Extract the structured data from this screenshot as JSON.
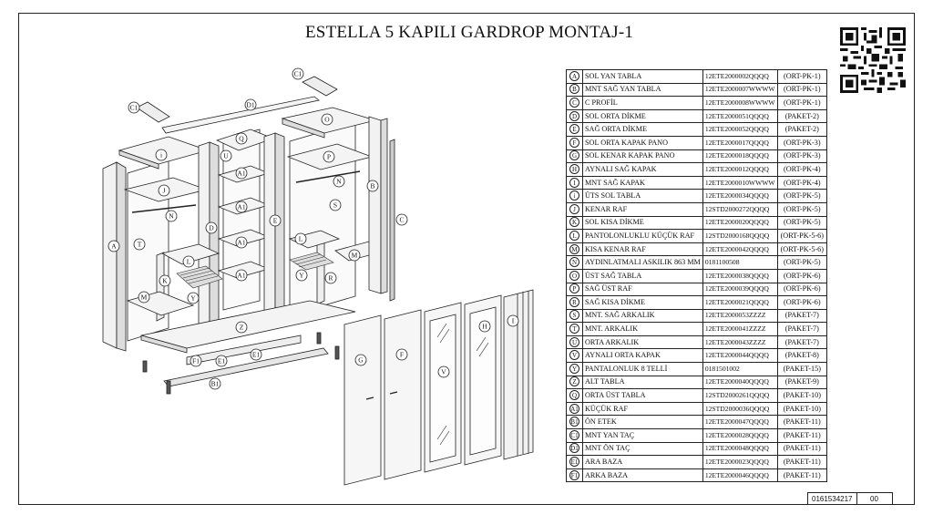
{
  "title": "ESTELLA 5  KAPILI GARDROP MONTAJ-1",
  "doc_number": "0161534217",
  "revision": "00",
  "parts": [
    {
      "code": "A",
      "name": "SOL YAN TABLA",
      "ref": "12ETE2000002QQQQ",
      "pkg": "(ORT-PK-1)"
    },
    {
      "code": "B",
      "name": "MNT SAĞ YAN TABLA",
      "ref": "12ETE2000007WWWW",
      "pkg": "(ORT-PK-1)"
    },
    {
      "code": "C",
      "name": "C PROFİL",
      "ref": "12ETE2000008WWWW",
      "pkg": "(ORT-PK-1)"
    },
    {
      "code": "D",
      "name": "SOL ORTA DİKME",
      "ref": "12ETE2000051QQQQ",
      "pkg": "(PAKET-2)"
    },
    {
      "code": "E",
      "name": "SAĞ ORTA DİKME",
      "ref": "12ETE2000052QQQQ",
      "pkg": "(PAKET-2)"
    },
    {
      "code": "F",
      "name": "SOL ORTA KAPAK PANO",
      "ref": "12ETE2000017QQQQ",
      "pkg": "(ORT-PK-3)"
    },
    {
      "code": "G",
      "name": "SOL KENAR KAPAK PANO",
      "ref": "12ETE2000018QQQQ",
      "pkg": "(ORT-PK-3)"
    },
    {
      "code": "H",
      "name": "AYNALI SAĞ KAPAK",
      "ref": "12ETE2000012QQQQ",
      "pkg": "(ORT-PK-4)"
    },
    {
      "code": "I",
      "name": "MNT SAĞ KAPAK",
      "ref": "12ETE2000010WWWW",
      "pkg": "(ORT-PK-4)"
    },
    {
      "code": "i",
      "name": "ÜTS SOL TABLA",
      "ref": "12ETE2000034QQQQ",
      "pkg": "(ORT-PK-5)"
    },
    {
      "code": "J",
      "name": "KENAR RAF",
      "ref": "12STD2000272QQQQ",
      "pkg": "(ORT-PK-5)"
    },
    {
      "code": "K",
      "name": "SOL KISA DİKME",
      "ref": "12ETE2000020QQQQ",
      "pkg": "(ORT-PK-5)"
    },
    {
      "code": "L",
      "name": "PANTOLONLUKLU KÜÇÜK RAF",
      "ref": "12STD2000168QQQQ",
      "pkg": "(ORT-PK-5-6)"
    },
    {
      "code": "M",
      "name": "KISA KENAR RAF",
      "ref": "12ETE2000042QQQQ",
      "pkg": "(ORT-PK-5-6)"
    },
    {
      "code": "N",
      "name": "AYDINLATMALI ASKILIK 863 MM",
      "ref": "0181100508",
      "pkg": "(ORT-PK-5)"
    },
    {
      "code": "O",
      "name": "ÜST SAĞ TABLA",
      "ref": "12ETE2000038QQQQ",
      "pkg": "(ORT-PK-6)"
    },
    {
      "code": "P",
      "name": "SAĞ ÜST RAF",
      "ref": "12ETE2000039QQQQ",
      "pkg": "(ORT-PK-6)"
    },
    {
      "code": "R",
      "name": "SAĞ KISA DİKME",
      "ref": "12ETE2000021QQQQ",
      "pkg": "(ORT-PK-6)"
    },
    {
      "code": "S",
      "name": "MNT. SAĞ ARKALIK",
      "ref": "12ETE2000053ZZZZ",
      "pkg": "(PAKET-7)"
    },
    {
      "code": "T",
      "name": "MNT. ARKALIK",
      "ref": "12ETE2000041ZZZZ",
      "pkg": "(PAKET-7)"
    },
    {
      "code": "U",
      "name": "ORTA ARKALIK",
      "ref": "12ETE2000043ZZZZ",
      "pkg": "(PAKET-7)"
    },
    {
      "code": "V",
      "name": "AYNALI ORTA KAPAK",
      "ref": "12ETE2000044QQQQ",
      "pkg": "(PAKET-8)"
    },
    {
      "code": "Y",
      "name": "PANTALONLUK 8 TELLİ",
      "ref": "0181501002",
      "pkg": "(PAKET-15)"
    },
    {
      "code": "Z",
      "name": "ALT TABLA",
      "ref": "12ETE2000040QQQQ",
      "pkg": "(PAKET-9)"
    },
    {
      "code": "Q",
      "name": "ORTA ÜST TABLA",
      "ref": "12STD2000261QQQQ",
      "pkg": "(PAKET-10)"
    },
    {
      "code": "A1",
      "name": "KÜÇÜK RAF",
      "ref": "12STD2000036QQQQ",
      "pkg": "(PAKET-10)"
    },
    {
      "code": "B1",
      "name": "ÖN ETEK",
      "ref": "12ETE2000047QQQQ",
      "pkg": "(PAKET-11)"
    },
    {
      "code": "C1",
      "name": "MNT YAN TAÇ",
      "ref": "12ETE2000028QQQQ",
      "pkg": "(PAKET-11)"
    },
    {
      "code": "D1",
      "name": "MNT ÖN TAÇ",
      "ref": "12ETE2000048QQQQ",
      "pkg": "(PAKET-11)"
    },
    {
      "code": "E1",
      "name": "ARA BAZA",
      "ref": "12ETE2000023QQQQ",
      "pkg": "(PAKET-11)"
    },
    {
      "code": "F1",
      "name": "ARKA BAZA",
      "ref": "12ETE2000046QQQQ",
      "pkg": "(PAKET-11)"
    }
  ],
  "drawing_labels": {
    "A": "A",
    "B": "B",
    "C": "C",
    "D": "D",
    "E": "E",
    "F": "F",
    "G": "G",
    "H": "H",
    "I": "I",
    "i": "i",
    "J": "J",
    "K": "K",
    "L": "L",
    "M": "M",
    "N": "N",
    "O": "O",
    "P": "P",
    "Q": "Q",
    "R": "R",
    "S": "S",
    "T": "T",
    "U": "U",
    "V": "V",
    "Y": "Y",
    "Z": "Z",
    "A1": "A1",
    "B1": "B1",
    "C1": "C1",
    "D1": "D1",
    "E1": "E1",
    "F1": "F1"
  }
}
